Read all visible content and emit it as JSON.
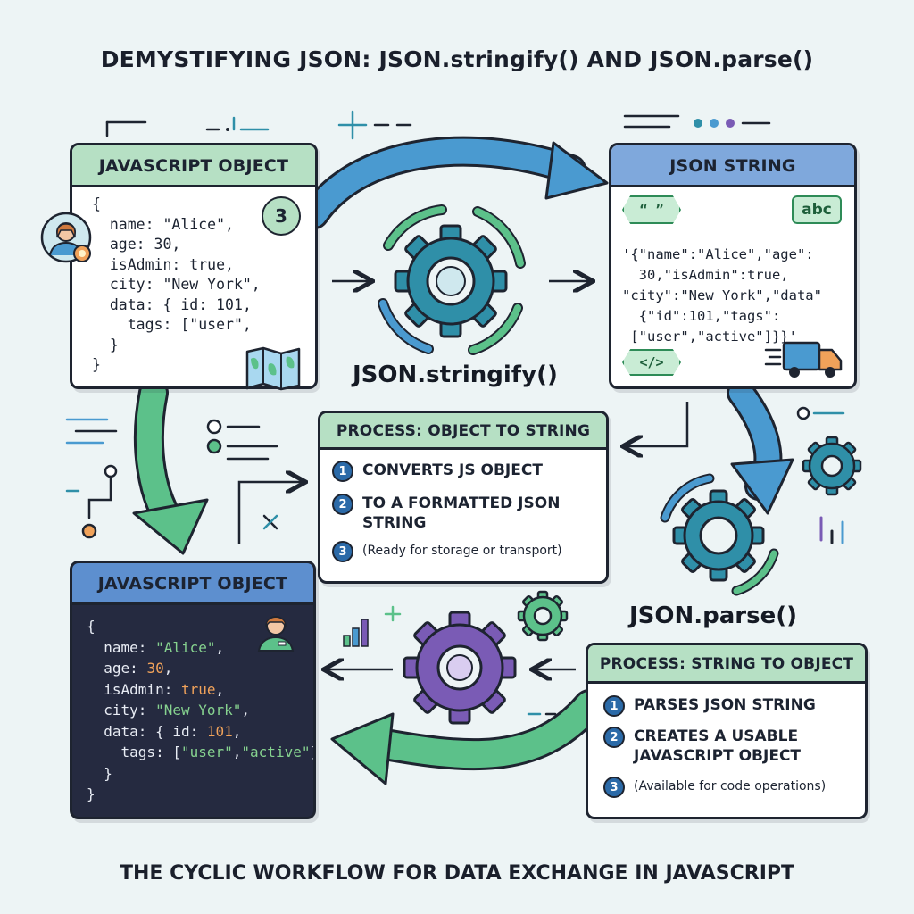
{
  "title": "DEMYSTIFYING JSON: JSON.stringify() AND JSON.parse()",
  "footer": "THE CYCLIC WORKFLOW FOR DATA EXCHANGE IN JAVASCRIPT",
  "object_card_top": {
    "header": "JAVASCRIPT OBJECT",
    "lines": [
      "{",
      "  name: \"Alice\",",
      "  age: 30,",
      "  isAdmin: true,",
      "  city: \"New York\",",
      "  data: { id: 101,",
      "    tags: [\"user\",",
      "  }",
      "}"
    ],
    "badge": "3",
    "header_color": "#b6e0c4"
  },
  "json_string_card": {
    "header": "JSON STRING",
    "quote_tag": "“ ”",
    "abc_tag": "abc",
    "code_tag": "</>",
    "lines": [
      "'{\"name\":\"Alice\",\"age\":",
      "  30,\"isAdmin\":true,",
      "\"city\":\"New York\",\"data\"",
      "  {\"id\":101,\"tags\":",
      " [\"user\",\"active\"]}}'"
    ],
    "header_color": "#7fa8dc"
  },
  "stringify_label": "JSON.stringify()",
  "parse_label": "JSON.parse()",
  "process_stringify": {
    "header": "PROCESS: OBJECT TO STRING",
    "steps": [
      {
        "n": "1",
        "text": "CONVERTS JS OBJECT"
      },
      {
        "n": "2",
        "text": "TO A FORMATTED JSON STRING"
      },
      {
        "n": "3",
        "text": "(Ready for storage or transport)"
      }
    ],
    "header_color": "#b6e0c4"
  },
  "process_parse": {
    "header": "PROCESS: STRING TO OBJECT",
    "steps": [
      {
        "n": "1",
        "text": "PARSES JSON STRING"
      },
      {
        "n": "2",
        "text": "CREATES A USABLE JAVASCRIPT OBJECT"
      },
      {
        "n": "3",
        "text": "(Available for code operations)"
      }
    ],
    "header_color": "#b6e0c4"
  },
  "object_card_bottom": {
    "header": "JAVASCRIPT OBJECT",
    "lines": [
      [
        {
          "t": "{",
          "c": ""
        }
      ],
      [
        {
          "t": "  name: ",
          "c": ""
        },
        {
          "t": "\"Alice\"",
          "c": "s-str"
        },
        {
          "t": ",",
          "c": ""
        }
      ],
      [
        {
          "t": "  age: ",
          "c": ""
        },
        {
          "t": "30",
          "c": "s-num"
        },
        {
          "t": ",",
          "c": ""
        }
      ],
      [
        {
          "t": "  isAdmin: ",
          "c": ""
        },
        {
          "t": "true",
          "c": "s-bool"
        },
        {
          "t": ",",
          "c": ""
        }
      ],
      [
        {
          "t": "  city: ",
          "c": ""
        },
        {
          "t": "\"New York\"",
          "c": "s-str"
        },
        {
          "t": ",",
          "c": ""
        }
      ],
      [
        {
          "t": "  data: { id: ",
          "c": ""
        },
        {
          "t": "101",
          "c": "s-num"
        },
        {
          "t": ",",
          "c": ""
        }
      ],
      [
        {
          "t": "    tags: [",
          "c": ""
        },
        {
          "t": "\"user\"",
          "c": "s-str"
        },
        {
          "t": ",",
          "c": ""
        },
        {
          "t": "\"active\"",
          "c": "s-str"
        },
        {
          "t": "]",
          "c": ""
        }
      ],
      [
        {
          "t": "  }",
          "c": ""
        }
      ],
      [
        {
          "t": "}",
          "c": ""
        }
      ]
    ]
  },
  "icons": {
    "avatar_top": "user-avatar-icon",
    "map": "map-icon",
    "truck": "delivery-truck-icon",
    "avatar_bottom": "user-avatar-icon",
    "bar_chart": "bar-chart-icon"
  },
  "colors": {
    "green_arrow": "#5cc18a",
    "blue_arrow": "#4a9ad0",
    "purple_gear": "#7a5bb5",
    "teal_gear": "#2f8fa8"
  }
}
